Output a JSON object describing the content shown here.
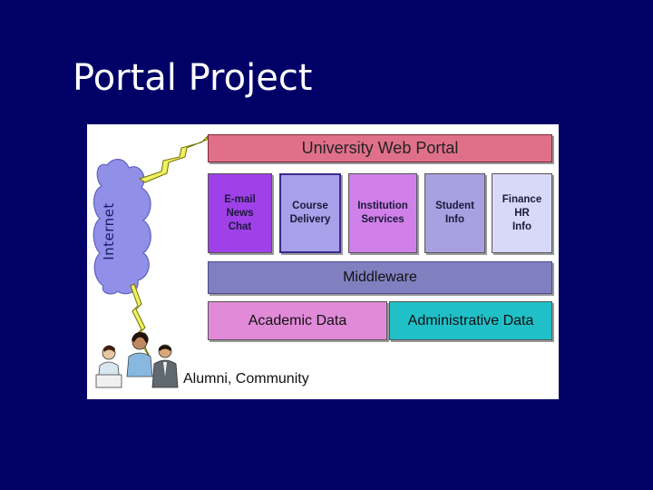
{
  "slide": {
    "title": "Portal Project"
  },
  "diagram": {
    "internet_label": "Internet",
    "portal_label": "University Web Portal",
    "services": [
      {
        "label": "E-mail\nNews\nChat",
        "color": "#a040e8"
      },
      {
        "label": "Course\nDelivery",
        "color": "#a8a0e8"
      },
      {
        "label": "Institution\nServices",
        "color": "#d080e8"
      },
      {
        "label": "Student\nInfo",
        "color": "#a8a0e0"
      },
      {
        "label": "Finance\nHR\nInfo",
        "color": "#d8d8f8"
      }
    ],
    "middleware_label": "Middleware",
    "academic_label": "Academic Data",
    "administrative_label": "Administrative Data",
    "users_label": "Alumni, Community"
  },
  "colors": {
    "background": "#000066",
    "portal": "#e0708a",
    "middleware": "#8080c0",
    "academic": "#e08ad8",
    "administrative": "#20c0c8",
    "cloud": "#9090e8",
    "lightning": "#f0f060"
  }
}
